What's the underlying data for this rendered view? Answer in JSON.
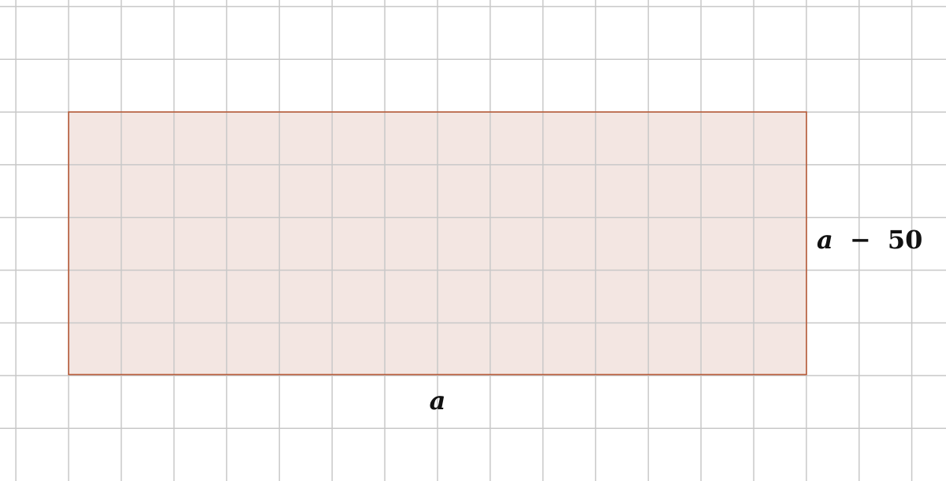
{
  "diagram": {
    "shape": "rectangle",
    "colors": {
      "grid_line": "#c8c8c8",
      "rect_fill": "#f3e6e2",
      "rect_stroke": "#b5522e",
      "label_text": "#111111"
    },
    "width_label": {
      "variable": "a"
    },
    "height_label": {
      "variable": "a",
      "operator": "−",
      "constant": "50"
    }
  }
}
